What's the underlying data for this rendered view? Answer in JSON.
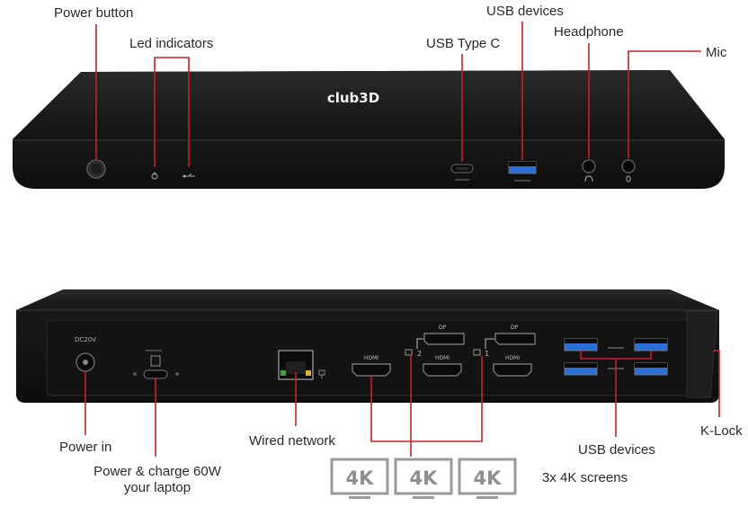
{
  "labels": {
    "power_button": "Power button",
    "led_indicators": "Led indicators",
    "usb_type_c": "USB Type C",
    "usb_devices_top": "USB devices",
    "headphone": "Headphone",
    "mic": "Mic",
    "power_in": "Power in",
    "power_charge_line1": "Power & charge 60W",
    "power_charge_line2": "your laptop",
    "wired_network": "Wired network",
    "usb_devices_bottom": "USB devices",
    "k_lock": "K-Lock",
    "screens": "3x 4K screens"
  },
  "device": {
    "logo": "club3D",
    "dc_label": "DC20V",
    "port_dp": "DP",
    "port_hdmi": "HDMI",
    "display_1": "1",
    "display_2": "2"
  },
  "badges": [
    "4K",
    "4K",
    "4K"
  ],
  "colors": {
    "callout_line": "#c8202a",
    "device_body": "#1c1c1c",
    "usb3_blue": "#2a6fd6",
    "badge_gray": "#9a9a9a"
  }
}
